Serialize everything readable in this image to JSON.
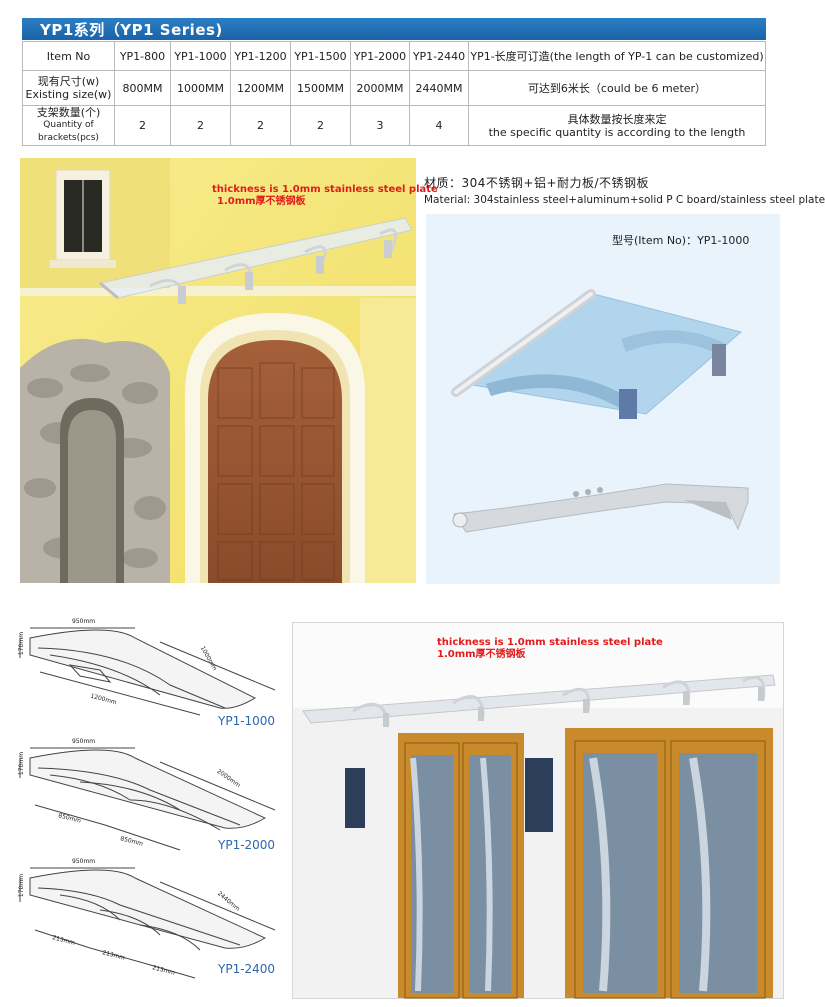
{
  "series_title": "YP1系列（YP1 Series)",
  "table": {
    "row1": [
      "Item No",
      "YP1-800",
      "YP1-1000",
      "YP1-1200",
      "YP1-1500",
      "YP1-2000",
      "YP1-2440",
      "YP1-长度可订造(the length of YP-1 can be customized)"
    ],
    "row2": {
      "label_cn": "现有尺寸(w)",
      "label_en": "Existing size(w)",
      "values": [
        "800MM",
        "1000MM",
        "1200MM",
        "1500MM",
        "2000MM",
        "2440MM"
      ],
      "note": "可达到6米长（could be 6 meter）"
    },
    "row3": {
      "label_cn": "支架数量(个)",
      "label_en": "Quantity of brackets(pcs)",
      "values": [
        "2",
        "2",
        "2",
        "2",
        "3",
        "4"
      ],
      "note_cn": "具体数量按长度来定",
      "note_en": "the specific quantity is according to the length"
    }
  },
  "photo1": {
    "note_en": "thickness is 1.0mm stainless steel plate",
    "note_cn": "1.0mm厚不锈钢板"
  },
  "material": {
    "cn": "材质：304不锈钢+铝+耐力板/不锈钢板",
    "en": "Material: 304stainless steel+aluminum+solid P C board/stainless steel plate"
  },
  "product": {
    "item_label": "型号(Item No)：YP1-1000"
  },
  "drawings": [
    {
      "caption": "YP1-1000",
      "dims": [
        "950mm",
        "170mm",
        "1000mm",
        "1200mm"
      ]
    },
    {
      "caption": "YP1-2000",
      "dims": [
        "950mm",
        "170mm",
        "2000mm",
        "850mm",
        "850mm"
      ]
    },
    {
      "caption": "YP1-2400",
      "dims": [
        "950mm",
        "170mm",
        "2440mm",
        "213mm",
        "213mm",
        "213mm"
      ]
    }
  ],
  "photo2": {
    "note_en": "thickness is 1.0mm stainless steel plate",
    "note_cn": "1.0mm厚不锈钢板"
  },
  "colors": {
    "header_blue": "#1b63a8",
    "accent_red": "#e31b1b",
    "caption_blue": "#2e66b0"
  }
}
